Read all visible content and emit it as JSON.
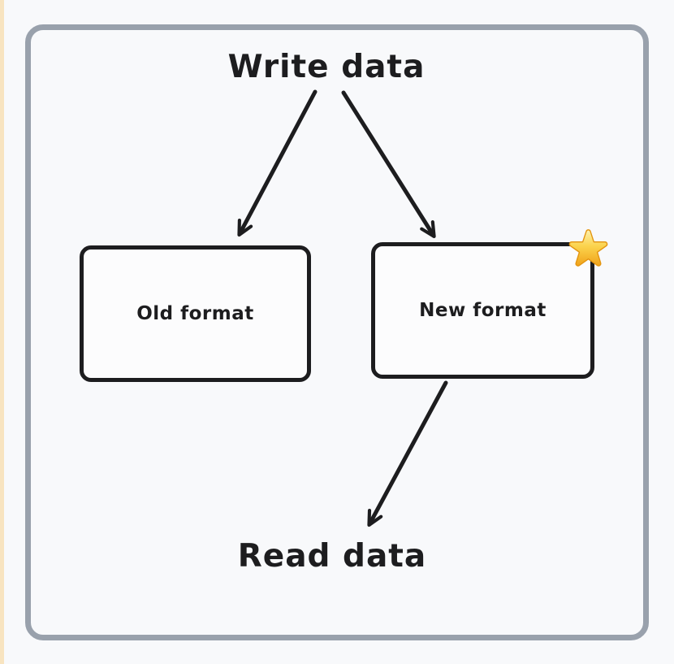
{
  "diagram": {
    "title": "Write data",
    "sink_label": "Read data",
    "nodes": [
      {
        "id": "old-format",
        "label": "Old format",
        "starred": false
      },
      {
        "id": "new-format",
        "label": "New format",
        "starred": true
      }
    ],
    "edges": [
      {
        "from": "Write data",
        "to": "Old format"
      },
      {
        "from": "Write data",
        "to": "New format"
      },
      {
        "from": "New format",
        "to": "Read data"
      }
    ]
  },
  "colors": {
    "ink": "#1d1d1f",
    "frame_border": "#99a1ac",
    "background": "#f8f9fb",
    "left_strip": "#f8e4c0",
    "box_fill": "#fcfcfd",
    "star_light": "#fdf1ae",
    "star_mid": "#fbd34d",
    "star_deep": "#f0a21a",
    "star_outline": "#e3940e"
  }
}
